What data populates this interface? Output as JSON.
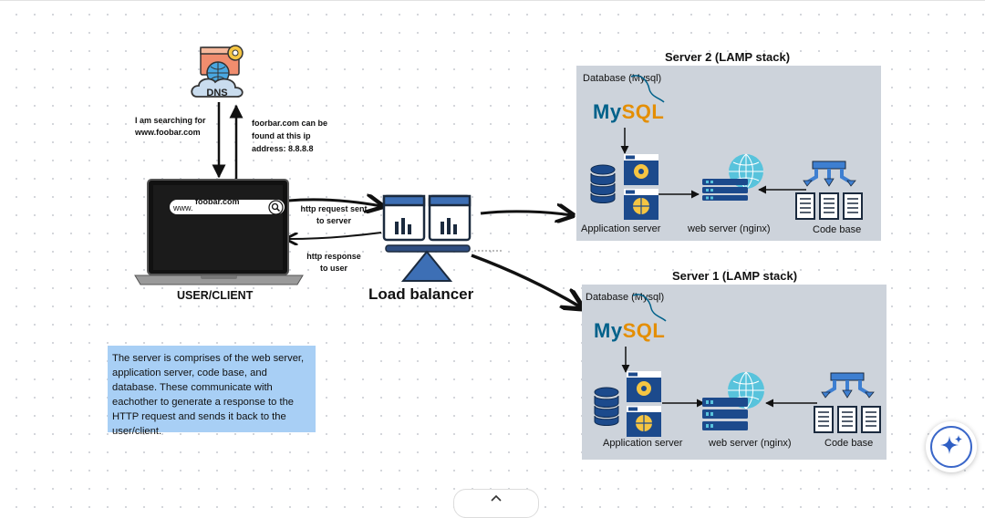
{
  "dns": {
    "label": "DNS",
    "query_text_1": "I am searching for",
    "query_text_2": "www.foobar.com",
    "answer_text_1": "foorbar.com can be",
    "answer_text_2": "found at this ip",
    "answer_text_3": "address: 8.8.8.8"
  },
  "client": {
    "url_label": "foobar.com",
    "url_prefix": "www.",
    "label": "USER/CLIENT",
    "request_text_1": "http request sent",
    "request_text_2": "to server",
    "response_text_1": "http response",
    "response_text_2": "to user"
  },
  "load_balancer": {
    "label": "Load balancer"
  },
  "server2": {
    "title": "Server 2 (LAMP stack)",
    "database_label": "Database (Mysql)",
    "mysql_my": "My",
    "mysql_sql": "SQL",
    "app_server_label": "Application server",
    "web_server_label": "web server (nginx)",
    "code_base_label": "Code base"
  },
  "server1": {
    "title": "Server 1 (LAMP stack)",
    "database_label": "Database (Mysql)",
    "mysql_my": "My",
    "mysql_sql": "SQL",
    "app_server_label": "Application server",
    "web_server_label": "web server (nginx)",
    "code_base_label": "Code base"
  },
  "note": {
    "text": "The  server is comprises of the web server, application server, code base, and database. These communicate with eachother to generate a response to the HTTP request and sends it back to the user/client."
  },
  "colors": {
    "server_box": "#cdd3db",
    "note_bg": "#a8cff5",
    "mysql_blue": "#00618a",
    "mysql_orange": "#e48e00",
    "server_navy": "#1c4a8c",
    "globe_teal": "#58c3dc"
  },
  "icons": {
    "dns": "dns-cloud-icon",
    "laptop": "laptop-icon",
    "search": "search-icon",
    "load_balancer": "load-balancer-icon",
    "database": "database-icon",
    "app_server": "app-server-icon",
    "web_server": "web-server-icon",
    "globe": "globe-icon",
    "code_base": "code-base-icon",
    "assistant": "sparkle-icon"
  }
}
